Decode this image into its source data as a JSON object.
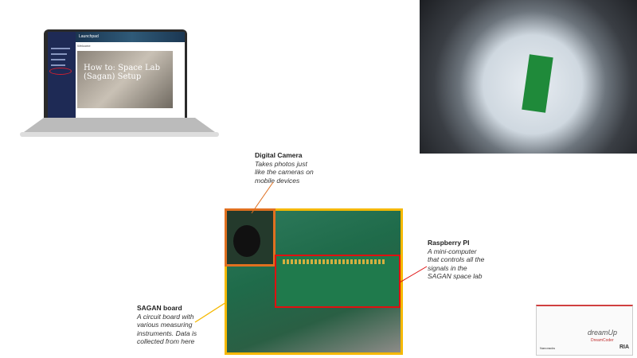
{
  "laptop": {
    "app_title": "Launchpad",
    "welcome": "Welcome",
    "video_title": "How to: Space Lab (Sagan) Setup"
  },
  "labels": {
    "camera": {
      "title": "Digital Camera",
      "desc": "Takes photos just like the cameras on mobile devices"
    },
    "rpi": {
      "title": "Raspberry PI",
      "desc": "A mini-computer that controls all the signals in the SAGAN space lab"
    },
    "sagan": {
      "title": "SAGAN  board",
      "desc": "A circuit board with various measuring instruments. Data is collected from here"
    }
  },
  "logo": {
    "brand": "dreamUp",
    "sub": "DreamCoder",
    "left": "Nanoracks",
    "right": "RIA"
  },
  "colors": {
    "board_border": "#f5b800",
    "camera_border": "#e07020",
    "rpi_border": "#e01010"
  }
}
